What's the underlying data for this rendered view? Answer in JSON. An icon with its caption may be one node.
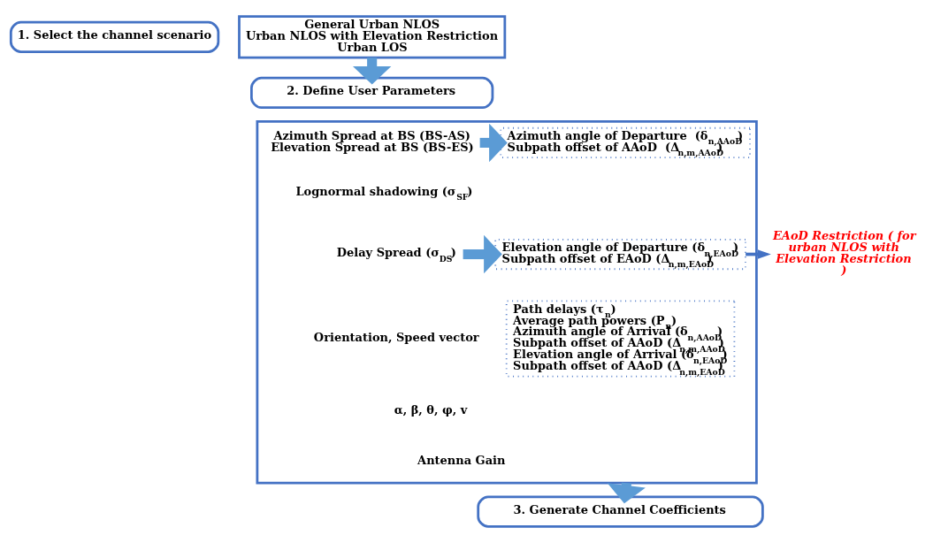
{
  "diagram": {
    "nodes": [
      {
        "text": [
          "1. Select the channel scenario"
        ]
      },
      {
        "text": [
          "General Urban NLOS",
          "Urban NLOS with Elevation Restriction",
          "Urban LOS"
        ]
      },
      {
        "text": [
          "2. Define User Parameters"
        ]
      },
      {
        "text": [],
        "shape": "box"
      },
      {
        "text": [
          "Azimuth Spread at BS (BS-AS)",
          "Elevation Spread at BS (BS-ES)"
        ],
        "in": 3
      },
      {
        "text": [
          "Delay Spread (σ$_{DS}$)"
        ],
        "in": 3
      },
      {
        "text": [
          "Azimuth angle of Departure  (δ$_{n,AAoD}$)",
          "Subpath offset of AAoD  (Δ$_{n,m,AAoD}$)"
        ],
        "in": 3
      },
      {
        "text": [
          "Elevation angle of Departure (δ$_{n,EAoD}$)",
          "Subpath offset of EAoD (Δ$_{n,m,EAoD}$)"
        ],
        "in": 3
      },
      {
        "text": [
          "Path delays (τ$_{n}$)",
          "Average path powers (P$_{n}$)",
          "Azimuth angle of Arrival (δ$_{n,AAoD}$)",
          "Subpath offset of AAoD (Δ$_{n,m,AAoD}$)",
          "Elevation angle of Arrival (δ$_{n,EAoD}$)",
          "Subpath offset of AAoD (Δ$_{n,m,EAoD}$)"
        ],
        "in": 3
      },
      {
        "text": [
          "EAoD Restriction ( for urban NLOS with Elevation Restriction )"
        ]
      },
      {
        "text": [
          "3. Generate Channel Coefficients"
        ]
      }
    ],
    "edges": [
      {
        "from": 1,
        "to": 2,
        "arrow": "to"
      },
      {
        "from": 4,
        "to": 6,
        "arrow": "to"
      },
      {
        "from": 5,
        "to": 7,
        "arrow": "to"
      },
      {
        "from": 7,
        "to": 9,
        "arrow": "to"
      },
      {
        "from": 3,
        "to": 10,
        "arrow": "to"
      }
    ],
    "labels": [
      "Lognormal shadowing (σ$_{SF}$)",
      "Orientation, Speed vector",
      "α, β, θ, φ, v",
      "Antenna Gain"
    ]
  }
}
